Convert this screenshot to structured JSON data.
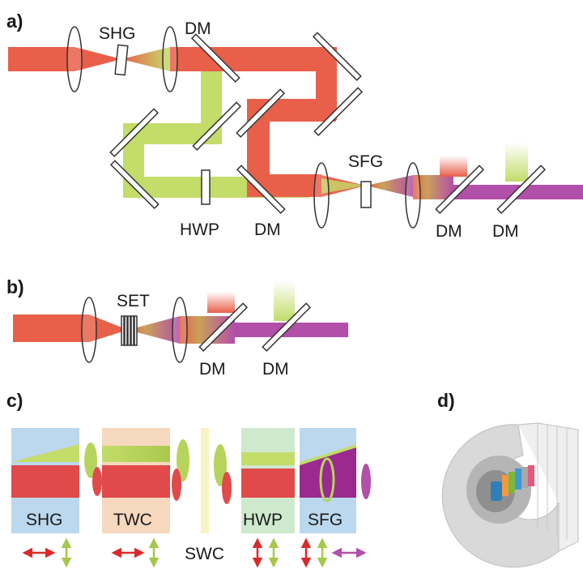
{
  "panels": {
    "a": "a)",
    "b": "b)",
    "c": "c)",
    "d": "d)"
  },
  "labels_a": {
    "shg": "SHG",
    "dm_top": "DM",
    "hwp": "HWP",
    "dm_bottom": "DM",
    "sfg": "SFG",
    "dm_out1": "DM",
    "dm_out2": "DM"
  },
  "labels_b": {
    "set": "SET",
    "dm1": "DM",
    "dm2": "DM"
  },
  "labels_c": {
    "shg": "SHG",
    "twc": "TWC",
    "swc": "SWC",
    "hwp": "HWP",
    "sfg": "SFG"
  },
  "colors": {
    "red": "#e8604a",
    "green": "#c3dc6a",
    "purple": "#b24fa8",
    "blue_box": "#bcd8ee",
    "peach_box": "#f6d8bf",
    "mint_box": "#cfe9cf",
    "yellow_box": "#f8f3c2"
  }
}
